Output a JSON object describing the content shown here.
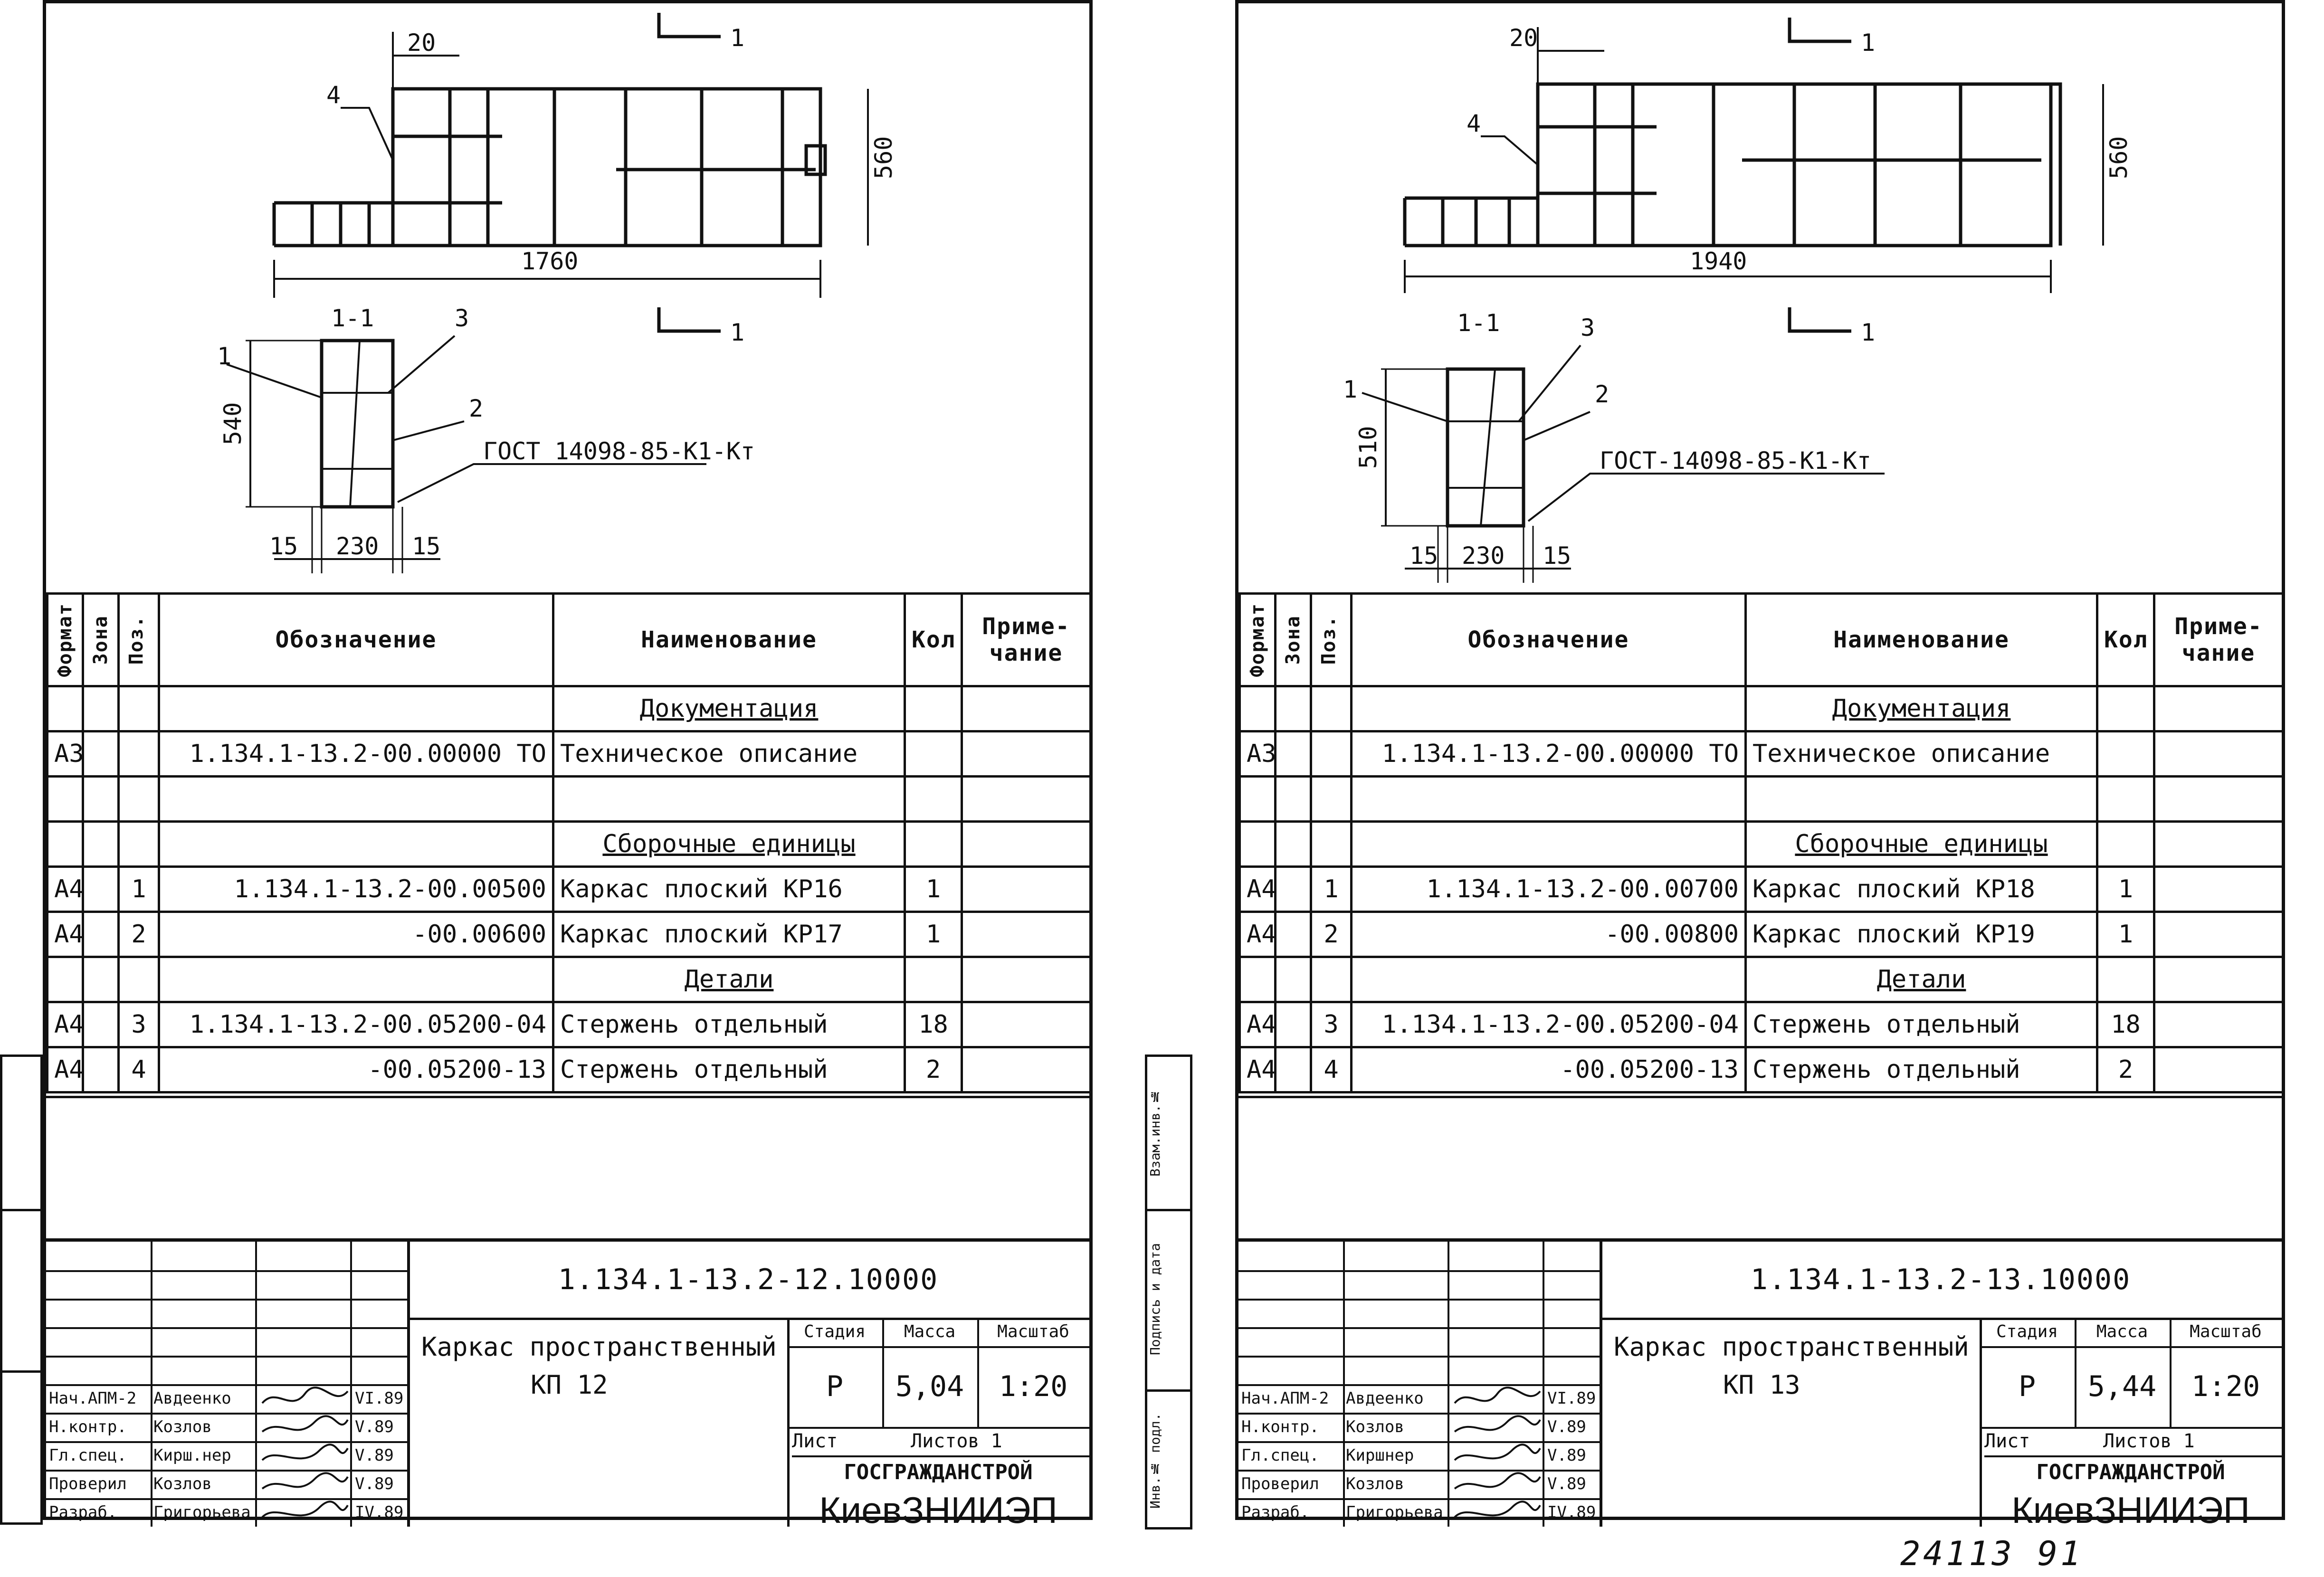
{
  "sheets": [
    {
      "drawing": {
        "dims": {
          "top_offset": "20",
          "length": "1760",
          "height": "560",
          "section_height": "540",
          "left_cover": "15",
          "section_width": "230",
          "right_cover": "15"
        },
        "section_mark": "1-1",
        "section_num": "1",
        "callouts": {
          "p1": "1",
          "p2": "2",
          "p3": "3",
          "p4": "4"
        },
        "standard_note": "ГОСТ 14098-85-К1-Кт"
      },
      "spec": {
        "headers": {
          "format": "Формат",
          "zone": "Зона",
          "pos": "Поз.",
          "designation": "Обозначение",
          "name": "Наименование",
          "qty": "Кол",
          "note": "Приме-чание"
        },
        "rows": [
          {
            "type": "section",
            "name": "Документация"
          },
          {
            "format": "А3",
            "pos": "",
            "designation": "1.134.1-13.2-00.00000 ТО",
            "name": "Техническое описание",
            "qty": ""
          },
          {
            "type": "blank"
          },
          {
            "type": "section",
            "name": "Сборочные единицы"
          },
          {
            "format": "А4",
            "pos": "1",
            "designation": "1.134.1-13.2-00.00500",
            "name": "Каркас плоский КР16",
            "qty": "1"
          },
          {
            "format": "А4",
            "pos": "2",
            "designation": "-00.00600",
            "name": "Каркас плоский КР17",
            "qty": "1"
          },
          {
            "type": "section",
            "name": "Детали"
          },
          {
            "format": "А4",
            "pos": "3",
            "designation": "1.134.1-13.2-00.05200-04",
            "name": "Стержень отдельный",
            "qty": "18"
          },
          {
            "format": "А4",
            "pos": "4",
            "designation": "-00.05200-13",
            "name": "Стержень отдельный",
            "qty": "2"
          }
        ]
      },
      "title_block": {
        "code": "1.134.1-13.2-12.10000",
        "name_line1": "Каркас пространственный",
        "name_line2": "КП 12",
        "stage_label": "Стадия",
        "mass_label": "Масса",
        "scale_label": "Масштаб",
        "stage": "Р",
        "mass": "5,04",
        "scale": "1:20",
        "sheet_label": "Лист",
        "sheets_label": "Листов 1",
        "org1": "ГОСГРАЖДАНСТРОЙ",
        "org2": "КиевЗНИИЭП",
        "signatures": [
          {
            "role": "Нач.АПМ-2",
            "name": "Авдеенко",
            "date": "VI.89"
          },
          {
            "role": "Н.контр.",
            "name": "Козлов",
            "date": "V.89"
          },
          {
            "role": "Гл.спец.",
            "name": "Кирш.нер",
            "date": "V.89"
          },
          {
            "role": "Проверил",
            "name": "Козлов",
            "date": "V.89"
          },
          {
            "role": "Разраб.",
            "name": "Григорьева",
            "date": "IV.89"
          }
        ]
      }
    },
    {
      "drawing": {
        "dims": {
          "top_offset": "20",
          "length": "1940",
          "height": "560",
          "section_height": "510",
          "left_cover": "15",
          "section_width": "230",
          "right_cover": "15"
        },
        "section_mark": "1-1",
        "section_num": "1",
        "callouts": {
          "p1": "1",
          "p2": "2",
          "p3": "3",
          "p4": "4"
        },
        "standard_note": "ГОСТ-14098-85-К1-Кт"
      },
      "spec": {
        "headers": {
          "format": "Формат",
          "zone": "Зона",
          "pos": "Поз.",
          "designation": "Обозначение",
          "name": "Наименование",
          "qty": "Кол",
          "note": "Приме-чание"
        },
        "rows": [
          {
            "type": "section",
            "name": "Документация"
          },
          {
            "format": "А3",
            "pos": "",
            "designation": "1.134.1-13.2-00.00000 ТО",
            "name": "Техническое описание",
            "qty": ""
          },
          {
            "type": "blank"
          },
          {
            "type": "section",
            "name": "Сборочные единицы"
          },
          {
            "format": "А4",
            "pos": "1",
            "designation": "1.134.1-13.2-00.00700",
            "name": "Каркас плоский КР18",
            "qty": "1"
          },
          {
            "format": "А4",
            "pos": "2",
            "designation": "-00.00800",
            "name": "Каркас плоский КР19",
            "qty": "1"
          },
          {
            "type": "section",
            "name": "Детали"
          },
          {
            "format": "А4",
            "pos": "3",
            "designation": "1.134.1-13.2-00.05200-04",
            "name": "Стержень отдельный",
            "qty": "18"
          },
          {
            "format": "А4",
            "pos": "4",
            "designation": "-00.05200-13",
            "name": "Стержень отдельный",
            "qty": "2"
          }
        ]
      },
      "title_block": {
        "code": "1.134.1-13.2-13.10000",
        "name_line1": "Каркас пространственный",
        "name_line2": "КП 13",
        "stage_label": "Стадия",
        "mass_label": "Масса",
        "scale_label": "Масштаб",
        "stage": "Р",
        "mass": "5,44",
        "scale": "1:20",
        "sheet_label": "Лист",
        "sheets_label": "Листов 1",
        "org1": "ГОСГРАЖДАНСТРОЙ",
        "org2": "КиевЗНИИЭП",
        "signatures": [
          {
            "role": "Нач.АПМ-2",
            "name": "Авдеенко",
            "date": "VI.89"
          },
          {
            "role": "Н.контр.",
            "name": "Козлов",
            "date": "V.89"
          },
          {
            "role": "Гл.спец.",
            "name": "Киршнер",
            "date": "V.89"
          },
          {
            "role": "Проверил",
            "name": "Козлов",
            "date": "V.89"
          },
          {
            "role": "Разраб.",
            "name": "Григорьева",
            "date": "IV.89"
          }
        ]
      }
    }
  ],
  "stamp": {
    "label1": "Взам.инв.№",
    "label2": "Подпись и дата",
    "label3": "Инв.№ подл."
  },
  "bottom_note": "24113 91"
}
